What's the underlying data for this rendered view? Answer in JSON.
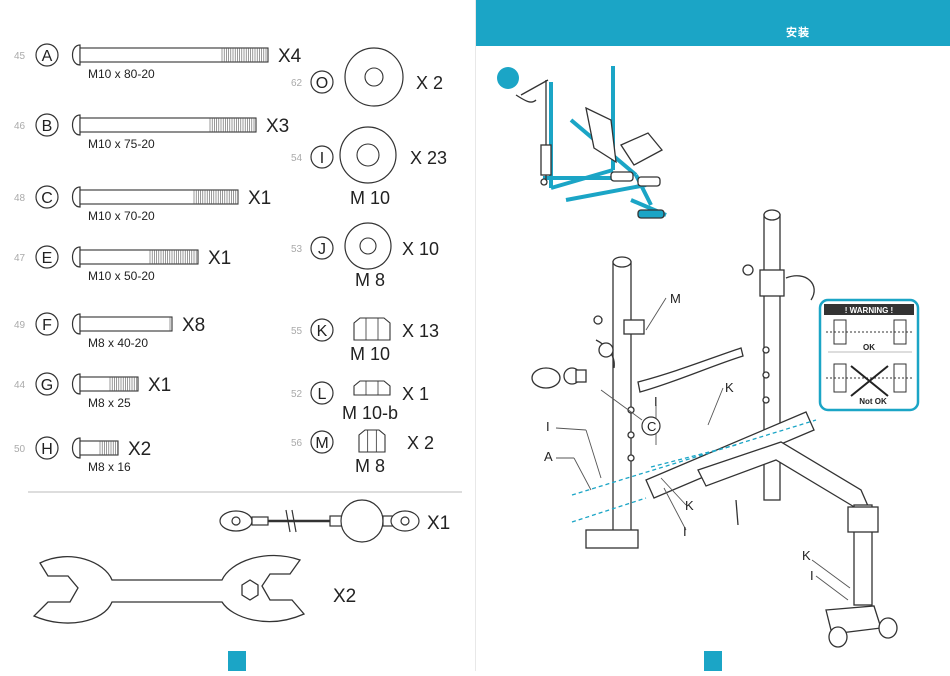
{
  "header": {
    "title": "安装",
    "accent_color": "#1ba5c6"
  },
  "step_number": "",
  "bolts": [
    {
      "index": "45",
      "letter": "A",
      "size": "M10 x 80-20",
      "qty": "X4"
    },
    {
      "index": "46",
      "letter": "B",
      "size": "M10 x 75-20",
      "qty": "X3"
    },
    {
      "index": "48",
      "letter": "C",
      "size": "M10 x 70-20",
      "qty": "X1"
    },
    {
      "index": "47",
      "letter": "E",
      "size": "M10 x 50-20",
      "qty": "X1"
    },
    {
      "index": "49",
      "letter": "F",
      "size": "M8 x 40-20",
      "qty": "X8"
    },
    {
      "index": "44",
      "letter": "G",
      "size": "M8 x 25",
      "qty": "X1"
    },
    {
      "index": "50",
      "letter": "H",
      "size": "M8 x 16",
      "qty": "X2"
    }
  ],
  "hardware": [
    {
      "index": "62",
      "letter": "O",
      "size": "",
      "qty": "X 2"
    },
    {
      "index": "54",
      "letter": "I",
      "size": "M 10",
      "qty": "X 23"
    },
    {
      "index": "53",
      "letter": "J",
      "size": "M 8",
      "qty": "X 10"
    },
    {
      "index": "55",
      "letter": "K",
      "size": "M 10",
      "qty": "X 13"
    },
    {
      "index": "52",
      "letter": "L",
      "size": "M 10-b",
      "qty": "X 1"
    },
    {
      "index": "56",
      "letter": "M",
      "size": "M 8",
      "qty": "X 2"
    }
  ],
  "cable_qty": "X1",
  "wrench_qty": "X2",
  "callouts": [
    "M",
    "K",
    "I",
    "C",
    "I",
    "A",
    "K",
    "I",
    "K",
    "I"
  ],
  "warning": {
    "title": "! WARNING !",
    "ok": "OK",
    "not_ok": "Not OK"
  }
}
